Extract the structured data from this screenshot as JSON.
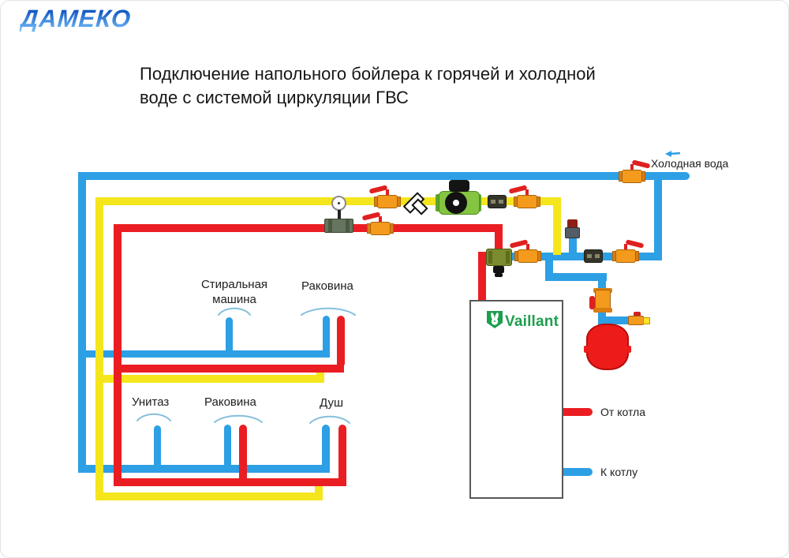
{
  "header": {
    "logo_text": "ДАМЕКО",
    "title_line1": "Подключение напольного бойлера к горячей и холодной",
    "title_line2": "воде с системой циркуляции ГВС"
  },
  "diagram_labels": {
    "cold_water": "Холодная вода",
    "washing_machine_line1": "Стиральная",
    "washing_machine_line2": "машина",
    "sink_upper": "Раковина",
    "toilet": "Унитаз",
    "sink_lower": "Раковина",
    "shower": "Душ",
    "from_boiler": "От котла",
    "to_boiler": "К котлу"
  },
  "boiler": {
    "brand": "Vaillant"
  },
  "colors": {
    "cold_pipe_blue": "#2d9fe4",
    "hot_pipe_red": "#ea1e22",
    "circulation_pipe_yellow": "#f5e51c",
    "pump_green": "#84c441",
    "valve_brass": "#f49a1c",
    "valve_lever_red": "#e02020",
    "vaillant_green": "#1e9e4e",
    "logo_blue": "#1766cf",
    "tank_red": "#ee1b1b"
  }
}
